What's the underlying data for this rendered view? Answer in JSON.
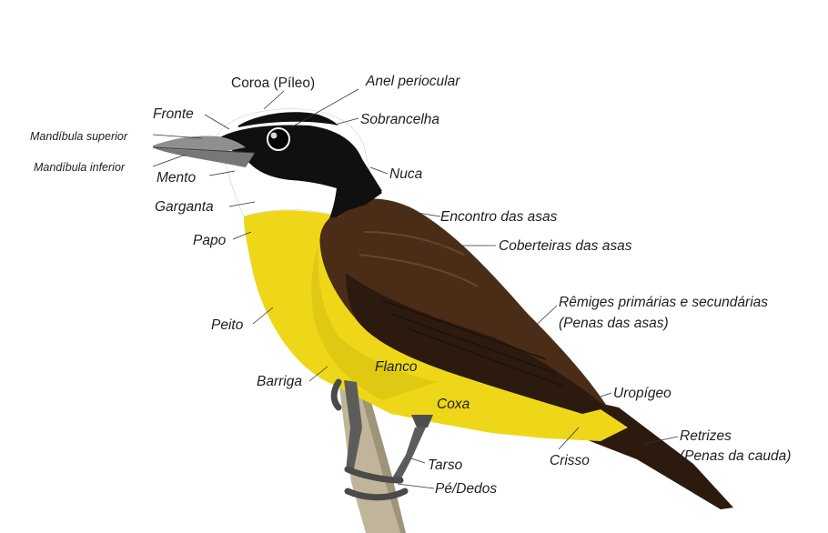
{
  "colors": {
    "background": "#ffffff",
    "yellow": "#eed718",
    "yellow_shadow": "#d5be10",
    "black": "#101010",
    "brown": "#4a2c17",
    "brown_dark": "#2c1a0f",
    "white": "#ffffff",
    "beak": "#8f8f8f",
    "branch": "#c0b59a",
    "legs": "#5c5c5c",
    "leader": "#333333"
  },
  "labels": {
    "coroa": "Coroa (Píleo)",
    "anel": "Anel periocular",
    "fronte": "Fronte",
    "sobrancelha": "Sobrancelha",
    "mand_sup": "Mandíbula superior",
    "mand_inf": "Mandíbula inferior",
    "nuca": "Nuca",
    "mento": "Mento",
    "garganta": "Garganta",
    "encontro": "Encontro das asas",
    "papo": "Papo",
    "coberteiras": "Coberteiras das asas",
    "remiges_1": "Rêmiges primárias e secundárias",
    "remiges_2": "(Penas das asas)",
    "peito": "Peito",
    "flanco": "Flanco",
    "barriga": "Barriga",
    "uropigeo": "Uropígeo",
    "coxa": "Coxa",
    "retrizes_1": "Retrizes",
    "retrizes_2": "(Penas da cauda)",
    "crisso": "Crisso",
    "tarso": "Tarso",
    "pe": "Pé/Dedos"
  }
}
